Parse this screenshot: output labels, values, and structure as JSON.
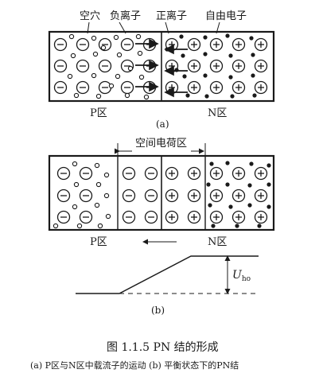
{
  "figure_a": {
    "label_hole": "空穴",
    "label_negative_ion": "负离子",
    "label_positive_ion": "正离子",
    "label_free_electron": "自由电子",
    "label_p": "P区",
    "label_n": "N区",
    "sublabel": "(a)"
  },
  "figure_b": {
    "label_space_charge": "空间电荷区",
    "label_p": "P区",
    "label_n": "N区",
    "sublabel": "(b)",
    "potential_symbol": "U",
    "potential_subscript": "ho"
  },
  "caption": {
    "title": "图 1.1.5   PN 结的形成",
    "subtitle": "(a) P区与N区中载流子的运动   (b) 平衡状态下的PN结"
  },
  "symbols": {
    "negative_ion": "⊖",
    "positive_ion": "⊕"
  }
}
